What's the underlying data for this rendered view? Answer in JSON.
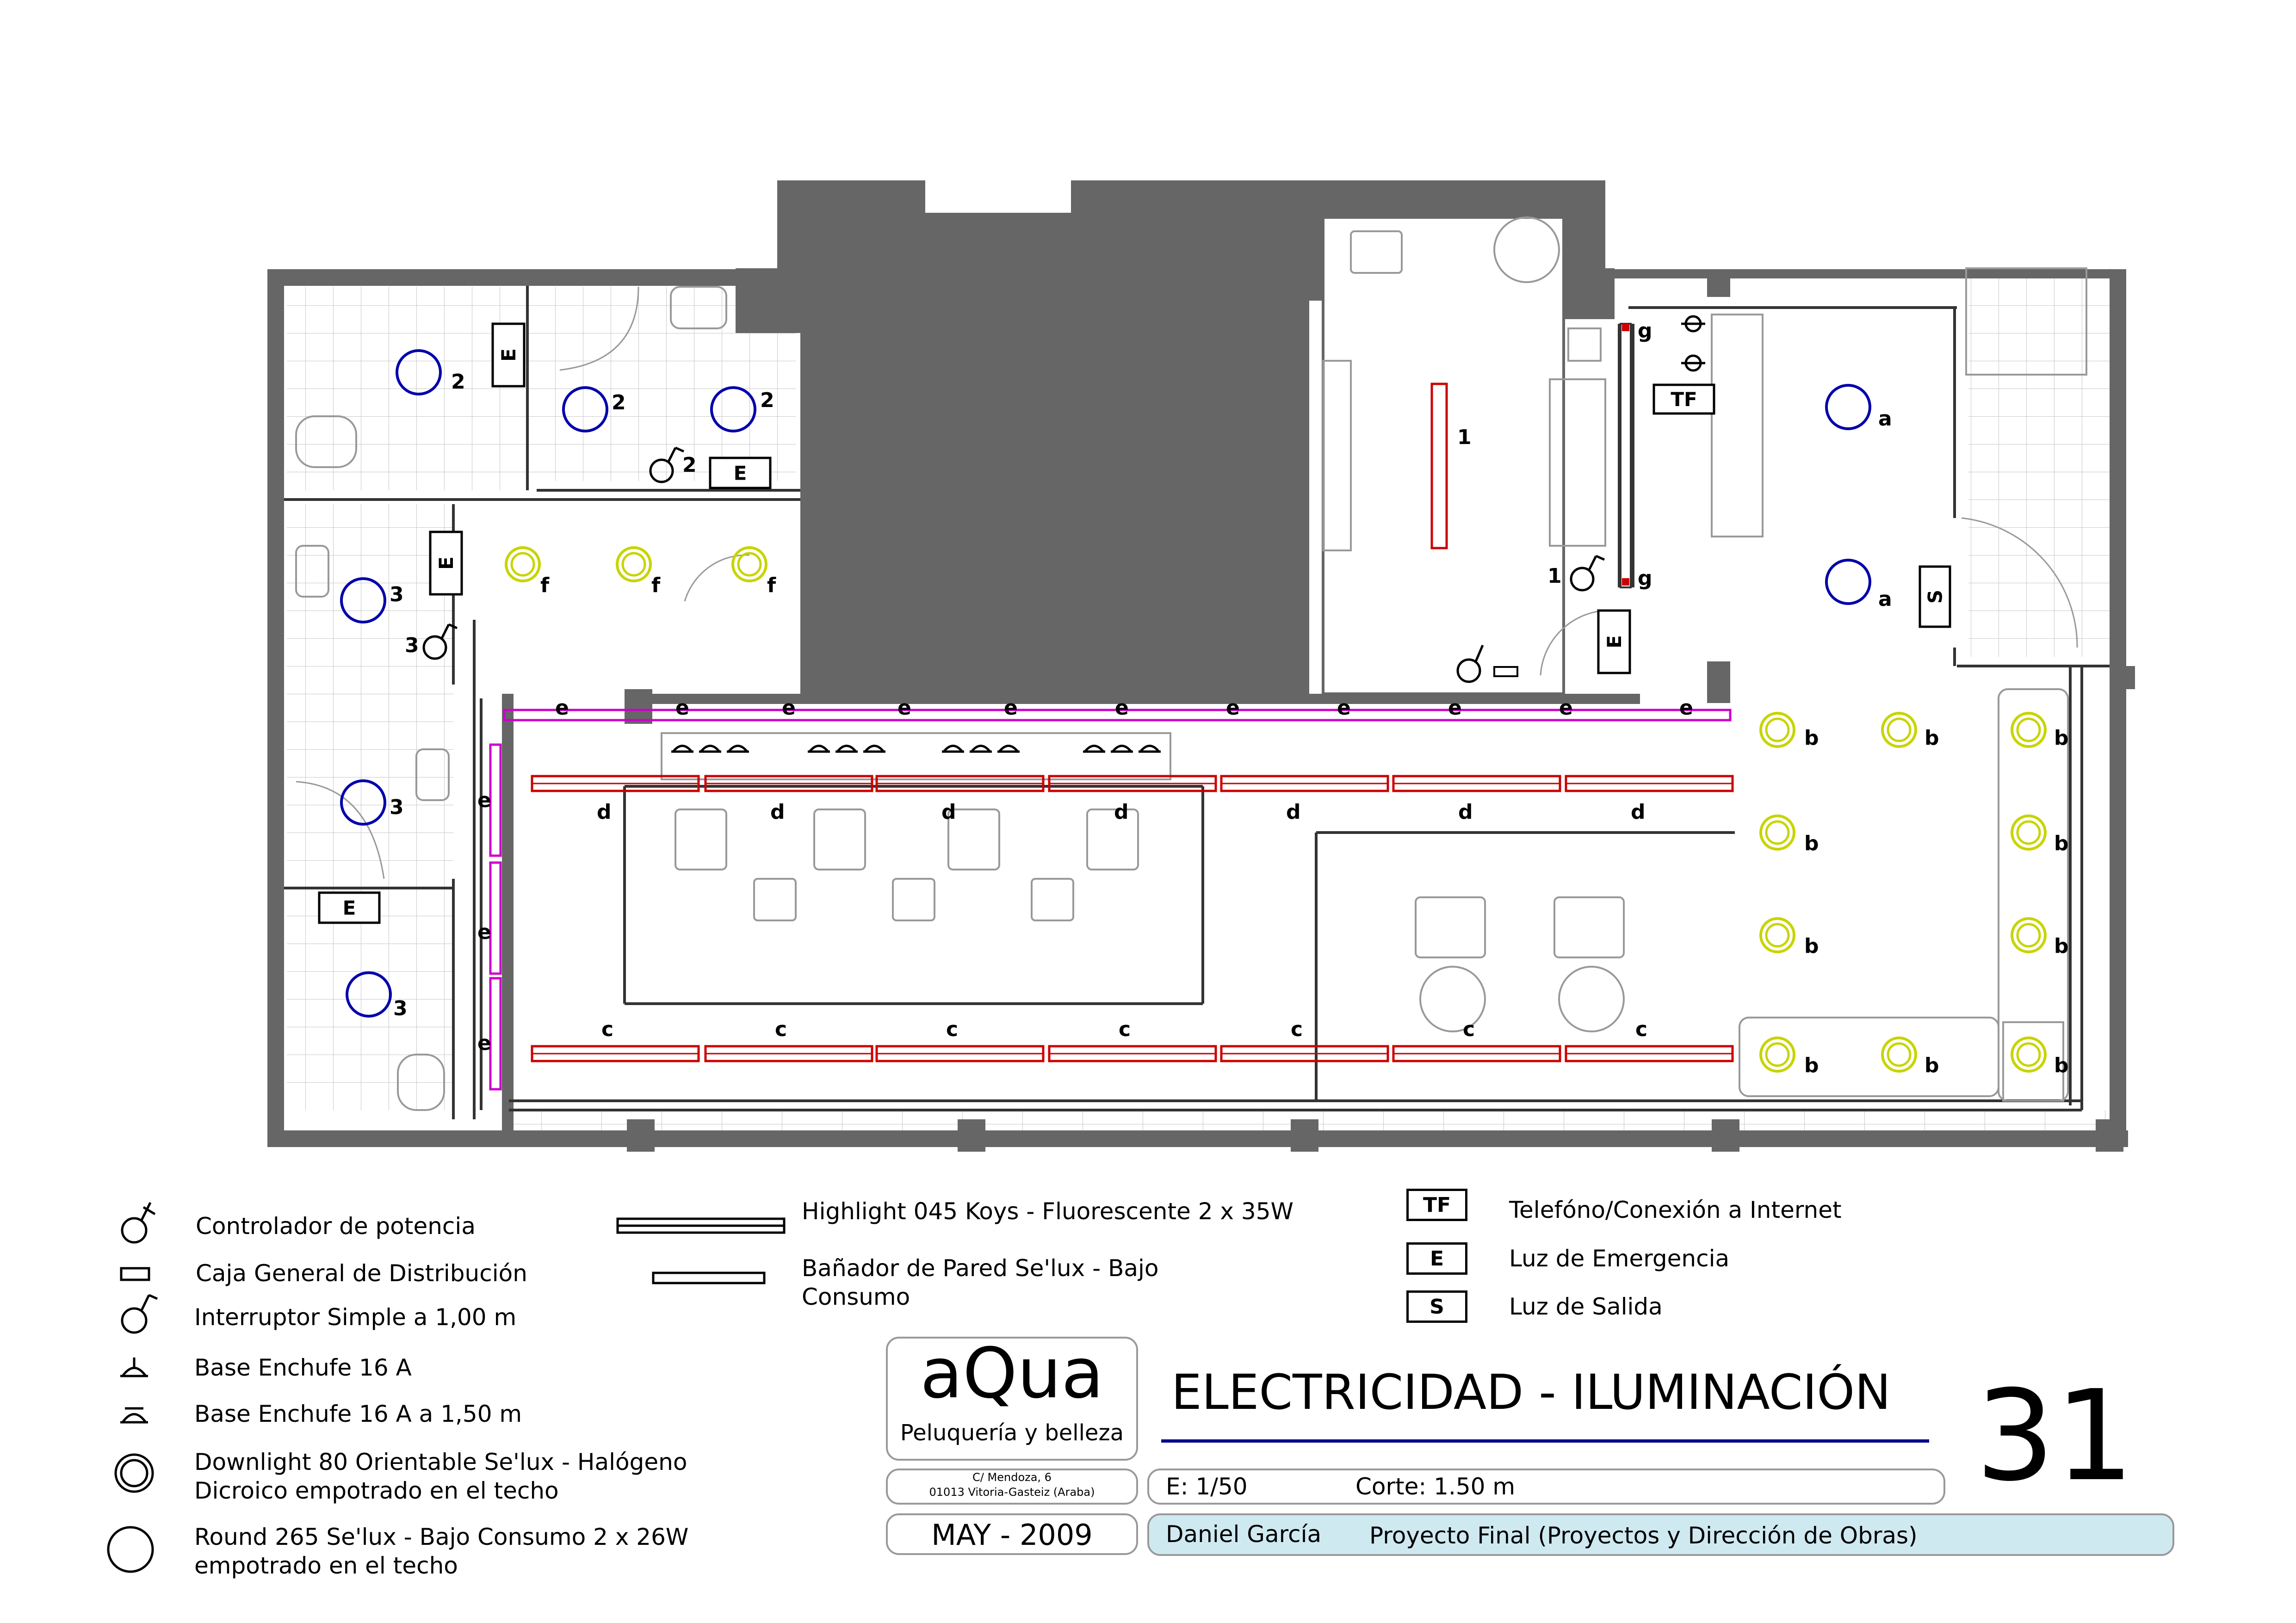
{
  "plan": {
    "colors": {
      "wall": "#666666",
      "solid_mass": "#666666",
      "fluorescent": "#cc0000",
      "wallwasher": "#cc00cc",
      "downlight": "#c8d400",
      "round_light": "#0000aa",
      "tile": "#bbbbbb"
    },
    "fixture_labels": {
      "round_2": "2",
      "round_3": "3",
      "round_a": "a",
      "dl_f": "f",
      "dl_b": "b",
      "fluor_1": "1",
      "fluor_c": "c",
      "fluor_d": "d",
      "wash_e": "e",
      "wash_g": "g",
      "switch_1": "1",
      "switch_2": "2",
      "switch_3": "3"
    },
    "signs": {
      "emergency": "E",
      "exit": "S",
      "telephone": "TF"
    }
  },
  "legend": {
    "power_controller": "Controlador de potencia",
    "distribution_box": "Caja General de Distribución",
    "simple_switch": "Interruptor Simple a 1,00 m",
    "socket": "Base Enchufe 16 A",
    "socket_150": "Base Enchufe 16 A a 1,50 m",
    "downlight_line1": "Downlight 80 Orientable Se'lux - Halógeno",
    "downlight_line2": "Dicroico empotrado en el techo",
    "round_line1": "Round 265 Se'lux - Bajo Consumo 2 x 26W",
    "round_line2": "empotrado en el techo",
    "highlight": "Highlight 045 Koys - Fluorescente 2 x 35W",
    "wallwasher_line1": "Bañador de Pared Se'lux - Bajo",
    "wallwasher_line2": "Consumo",
    "tf_symbol": "TF",
    "tf_label": "Telefóno/Conexión a Internet",
    "e_symbol": "E",
    "e_label": "Luz de Emergencia",
    "s_symbol": "S",
    "s_label": "Luz de Salida"
  },
  "title_block": {
    "logo": "aQua",
    "logo_sub": "Peluquería y belleza",
    "address_line1": "C/ Mendoza, 6",
    "address_line2": "01013 Vitoria-Gasteiz (Araba)",
    "date": "MAY - 2009",
    "title": "ELECTRICIDAD - ILUMINACIÓN",
    "sheet_number": "31",
    "scale": "E: 1/50",
    "cut": "Corte: 1.50 m",
    "author": "Daniel García",
    "project": "Proyecto Final (Proyectos y Dirección de Obras)"
  }
}
